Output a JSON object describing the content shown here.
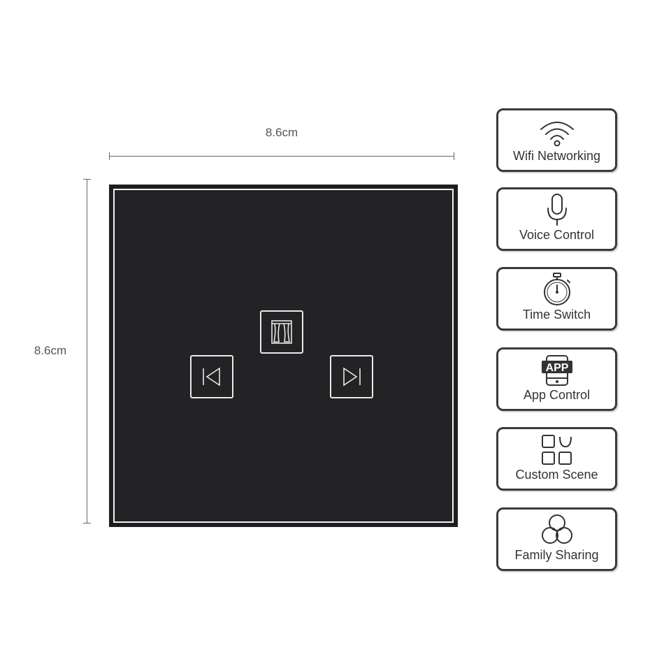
{
  "dimensions": {
    "width_label": "8.6cm",
    "height_label": "8.6cm"
  },
  "panel": {
    "color": "#1e1e20",
    "frame_color": "#f2f2f2",
    "keys": [
      {
        "name": "curtain-key",
        "icon": "curtain-icon"
      },
      {
        "name": "previous-key",
        "icon": "skip-back-icon"
      },
      {
        "name": "next-key",
        "icon": "skip-forward-icon"
      }
    ]
  },
  "features": [
    {
      "label": "Wifi Networking",
      "icon": "wifi-icon"
    },
    {
      "label": "Voice Control",
      "icon": "microphone-icon"
    },
    {
      "label": "Time Switch",
      "icon": "stopwatch-icon"
    },
    {
      "label": "App Control",
      "icon": "app-icon",
      "badge": "APP"
    },
    {
      "label": "Custom Scene",
      "icon": "scene-grid-icon"
    },
    {
      "label": "Family Sharing",
      "icon": "sharing-circles-icon"
    }
  ]
}
